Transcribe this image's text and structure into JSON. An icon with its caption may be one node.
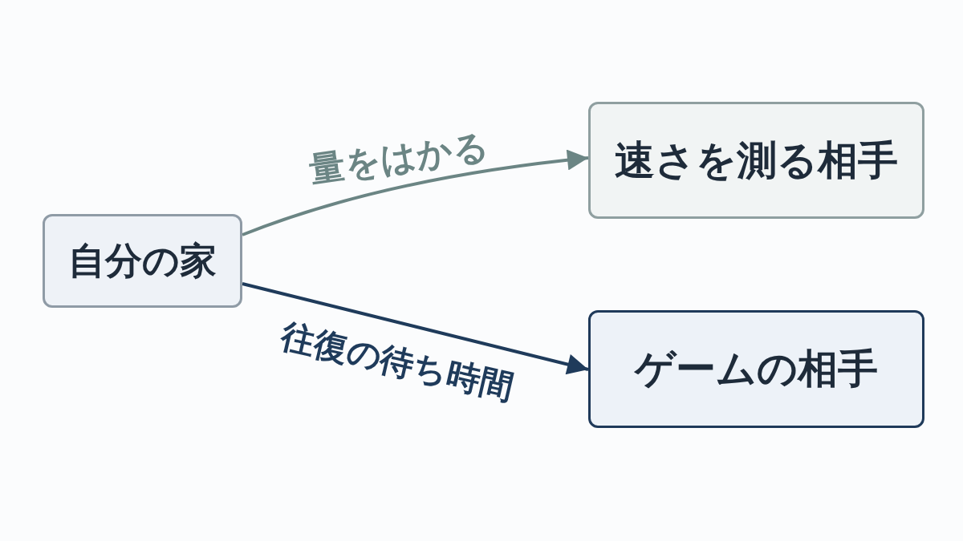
{
  "diagram": {
    "nodes": [
      {
        "text": [
          "自分の家"
        ]
      },
      {
        "text": [
          "速さを測る相手"
        ]
      },
      {
        "text": [
          "ゲームの相手"
        ]
      }
    ],
    "edges": [
      {
        "from": 0,
        "to": 1,
        "arrow": "to",
        "label": "量をはかる",
        "color": "#6b8584"
      },
      {
        "from": 0,
        "to": 2,
        "arrow": "to",
        "label": "往復の待ち時間",
        "color": "#1f3b5b"
      }
    ]
  }
}
